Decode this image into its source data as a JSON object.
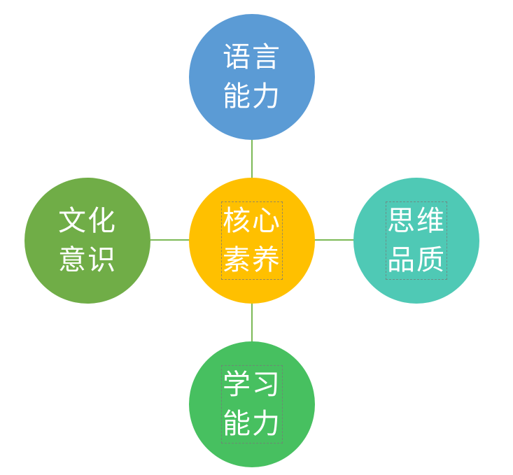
{
  "diagram": {
    "center": {
      "label": "核心\n素养",
      "color": "#ffc000"
    },
    "top": {
      "label": "语言\n能力",
      "color": "#5b9bd5"
    },
    "left": {
      "label": "文化\n意识",
      "color": "#70ad47"
    },
    "right": {
      "label": "思维\n品质",
      "color": "#4fc9b5"
    },
    "bottom": {
      "label": "学习\n能力",
      "color": "#47c060"
    },
    "connector_color": "#7cb956"
  }
}
